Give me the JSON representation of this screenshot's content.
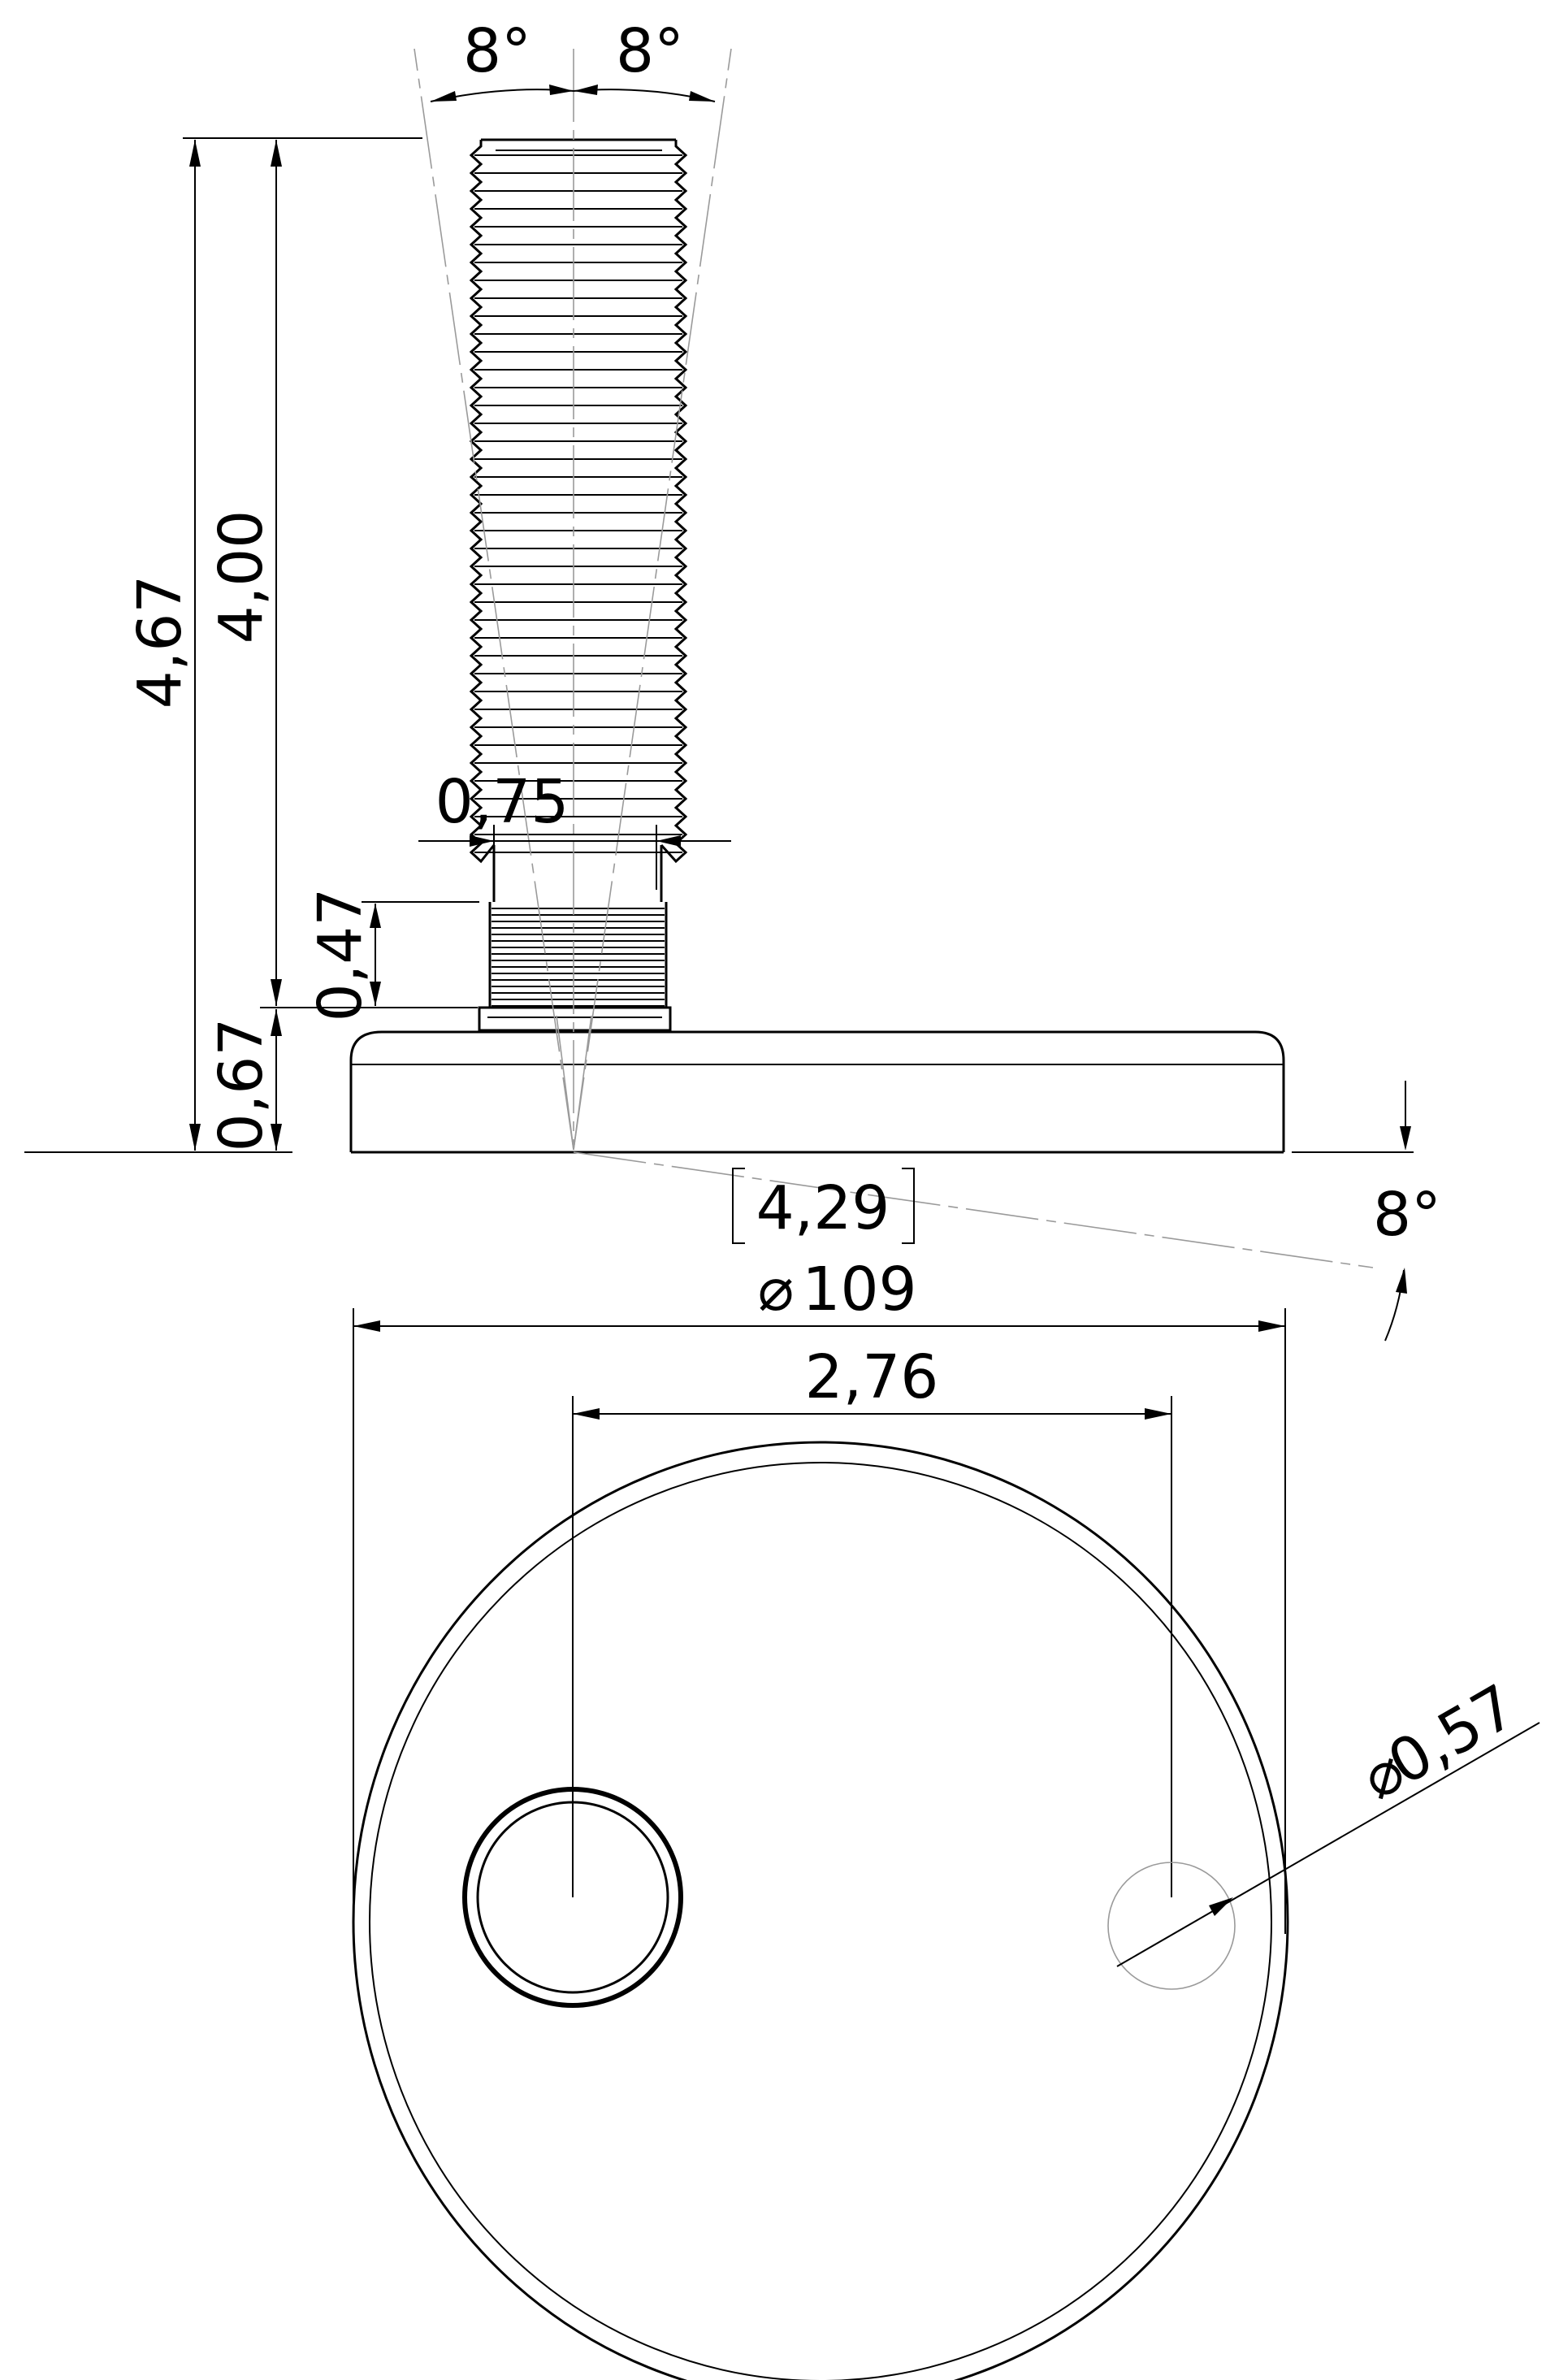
{
  "drawing": {
    "units_note": "",
    "dimensions": {
      "angle_left": "8°",
      "angle_right": "8°",
      "height_total": "4,67",
      "height_thread": "4,00",
      "height_base": "0,67",
      "neck_length": "0,47",
      "thread_width": "0,75",
      "ref_length": "4,29",
      "base_diameter": "109",
      "hole_spacing": "2,76",
      "hole_diameter": "0,57",
      "tilt_angle": "8°"
    },
    "symbols": {
      "diameter": "⌀"
    }
  },
  "colors": {
    "line": "#000000",
    "construction": "#9a9a9a",
    "background": "#ffffff"
  }
}
